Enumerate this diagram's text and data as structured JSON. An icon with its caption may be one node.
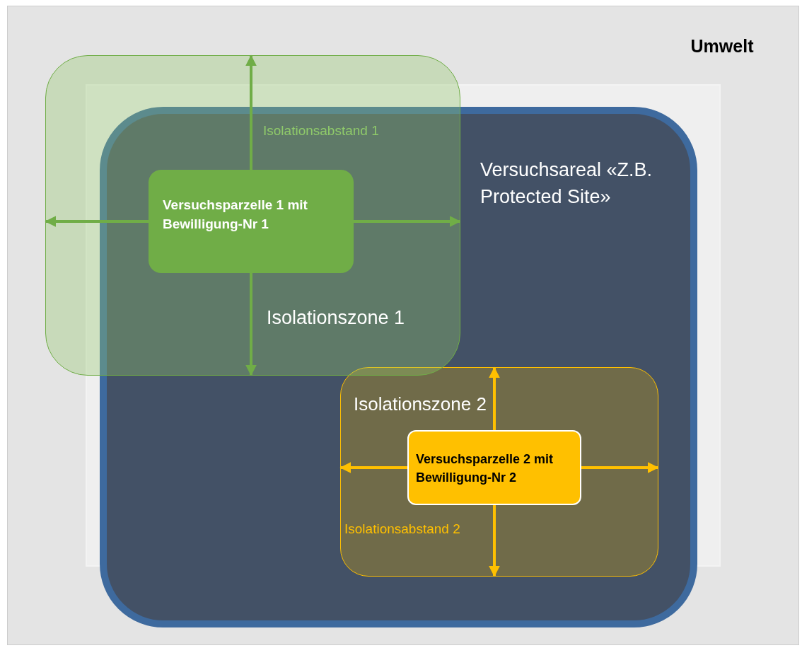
{
  "diagram": {
    "nodes": [
      {
        "text": [
          "Umwelt"
        ]
      },
      {
        "text": [
          "Versuchsareal «Z.B. Protected Site»"
        ],
        "in": 0
      },
      {
        "text": [
          "Isolationszone 1"
        ],
        "in": 0
      },
      {
        "text": [
          "Versuchsparzelle 1 mit Bewilligung-Nr 1"
        ]
      },
      {
        "text": [
          "Isolationszone 2"
        ],
        "in": 1
      },
      {
        "text": [
          "Versuchsparzelle 2 mit Bewilligung-Nr 2"
        ],
        "in": 4
      }
    ],
    "edges": [
      {
        "from": 3,
        "to": 2,
        "arrow": "to",
        "color": "#70ad47"
      },
      {
        "from": 3,
        "to": 2,
        "arrow": "to",
        "color": "#70ad47"
      },
      {
        "from": 3,
        "to": 2,
        "arrow": "to",
        "color": "#70ad47"
      },
      {
        "from": 3,
        "to": 2,
        "arrow": "to",
        "color": "#70ad47"
      },
      {
        "from": 5,
        "to": 4,
        "arrow": "to",
        "color": "#ffc000"
      },
      {
        "from": 5,
        "to": 4,
        "arrow": "to",
        "color": "#ffc000"
      },
      {
        "from": 5,
        "to": 4,
        "arrow": "to",
        "color": "#ffc000"
      },
      {
        "from": 5,
        "to": 4,
        "arrow": "to",
        "color": "#ffc000"
      }
    ],
    "labels": [
      "Isolationsabstand 1",
      "Isolationsabstand 2"
    ]
  }
}
